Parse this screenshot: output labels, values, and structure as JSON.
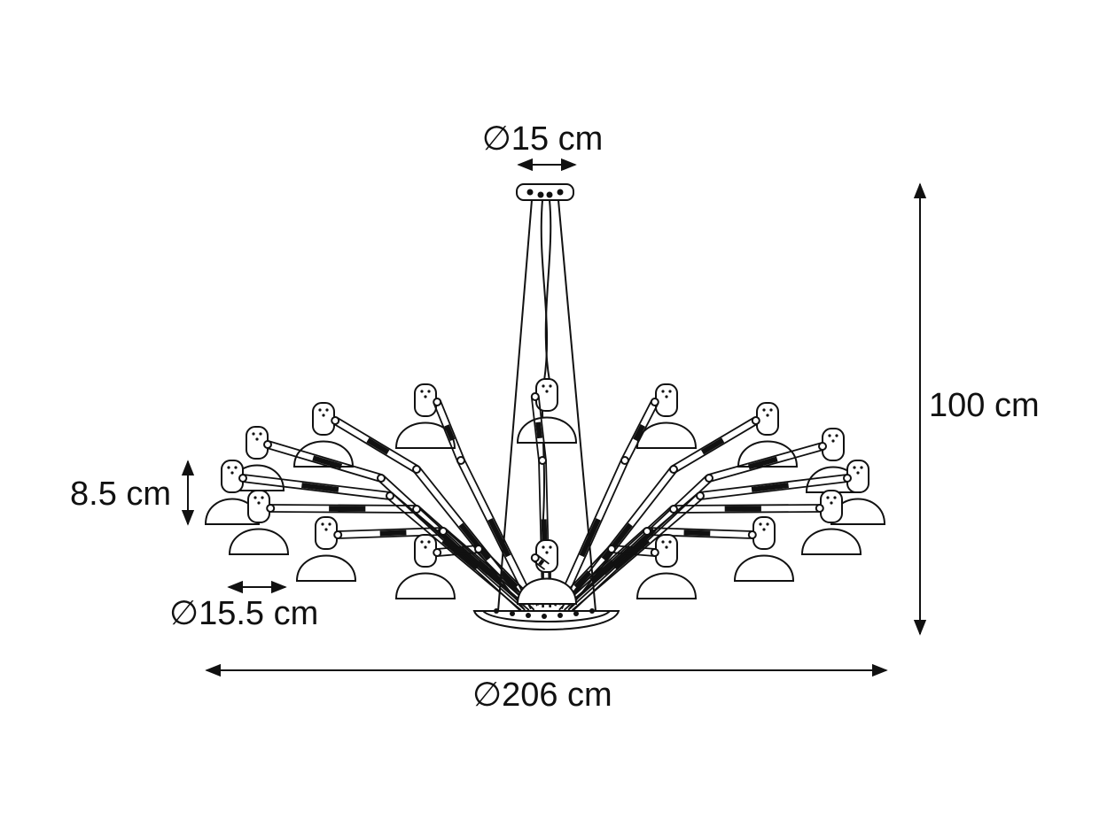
{
  "dimensions": {
    "canopy_diameter": "∅15 cm",
    "total_height": "100 cm",
    "shade_height": "8.5 cm",
    "shade_diameter": "∅15.5 cm",
    "total_diameter": "∅206 cm"
  },
  "colors": {
    "line": "#111111",
    "background": "#ffffff"
  }
}
